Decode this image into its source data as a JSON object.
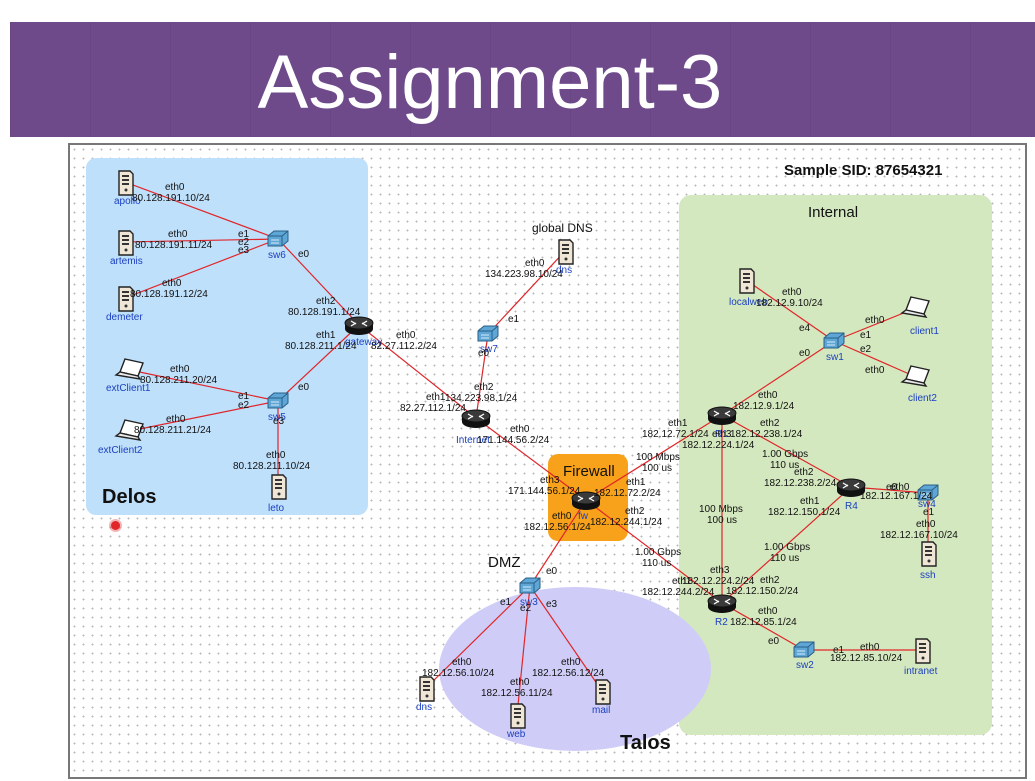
{
  "slide": {
    "title": "Assignment-3"
  },
  "diagram": {
    "sample_sid": "Sample SID: 87654321",
    "zones": {
      "delos": "Delos",
      "internal": "Internal",
      "dmz": "DMZ",
      "firewall": "Firewall",
      "talos": "Talos",
      "global_dns": "global DNS"
    },
    "nodes": {
      "apollo": "apollo",
      "artemis": "artemis",
      "demeter": "demeter",
      "extclient1": "extClient1",
      "extclient2": "extClient2",
      "sw6": "sw6",
      "sw5": "sw5",
      "leto": "leto",
      "gateway": "gateway",
      "internet": "Internet",
      "sw7": "sw7",
      "dns_global": "dns",
      "fw": "fw",
      "sw3": "sw3",
      "dns": "dns",
      "web": "web",
      "mail": "mail",
      "localweb": "localweb",
      "client1": "client1",
      "client2": "client2",
      "sw1": "sw1",
      "r1": "R1",
      "r2": "R2",
      "r4": "R4",
      "sw4": "sw4",
      "ssh": "ssh",
      "sw2": "sw2",
      "intranet": "intranet"
    },
    "labels": {
      "apollo_eth": "eth0",
      "apollo_ip": "80.128.191.10/24",
      "artemis_eth": "eth0",
      "artemis_ip": "80.128.191.11/24",
      "demeter_eth": "eth0",
      "demeter_ip": "80.128.191.12/24",
      "sw6_e1": "e1",
      "sw6_e2": "e2",
      "sw6_e3": "e3",
      "sw6_e0": "e0",
      "gw_eth2": "eth2",
      "gw_eth2_ip": "80.128.191.1/24",
      "gw_eth1": "eth1",
      "gw_eth1_ip": "80.128.211.1/24",
      "gw_eth0": "eth0",
      "gw_eth0_ip": "82.27.112.2/24",
      "ext1_eth": "eth0",
      "ext1_ip": "80.128.211.20/24",
      "ext2_eth": "eth0",
      "ext2_ip": "80.128.211.21/24",
      "sw5_e0": "e0",
      "sw5_e1": "e1",
      "sw5_e2": "e2",
      "sw5_e3": "e3",
      "leto_eth": "eth0",
      "leto_ip": "80.128.211.10/24",
      "gdns_eth": "eth0",
      "gdns_ip": "134.223.98.10/24",
      "sw7_e1": "e1",
      "sw7_e0": "e0",
      "inet_eth1": "eth1",
      "inet_eth1_ip": "82.27.112.1/24",
      "inet_eth2": "eth2",
      "inet_eth2_ip": "134.223.98.1/24",
      "inet_eth0": "eth0",
      "inet_eth0_ip": "171.144.56.2/24",
      "fw_eth3": "eth3",
      "fw_eth3_ip": "171.144.56.1/24",
      "fw_eth1": "eth1",
      "fw_eth1_ip": "182.12.72.2/24",
      "fw_eth0": "eth0",
      "fw_eth0_ip": "182.12.56.1/24",
      "fw_eth2": "eth2",
      "fw_eth2_ip": "182.12.244.1/24",
      "link_fw_r1_bw": "100 Mbps",
      "link_fw_r1_lat": "100 us",
      "link_fw_r2_bw": "1.00 Gbps",
      "link_fw_r2_lat": "110 us",
      "sw3_e0": "e0",
      "sw3_e1": "e1",
      "sw3_e2": "e2",
      "sw3_e3": "e3",
      "dns_eth": "eth0",
      "dns_ip": "182.12.56.10/24",
      "web_eth": "eth0",
      "web_ip": "182.12.56.11/24",
      "mail_eth": "eth0",
      "mail_ip": "182.12.56.12/24",
      "localweb_eth": "eth0",
      "localweb_ip": "182.12.9.10/24",
      "sw1_e4": "e4",
      "sw1_e0": "e0",
      "sw1_e1": "e1",
      "sw1_e2": "e2",
      "client1_eth": "eth0",
      "client2_eth": "eth0",
      "r1_eth0": "eth0",
      "r1_eth0_ip": "182.12.9.1/24",
      "r1_eth1": "eth1",
      "r1_eth1_ip": "182.12.72.1/24",
      "r1_eth3": "eth3",
      "r1_eth3_ip": "182.12.224.1/24",
      "r1_eth2": "eth2",
      "r1_eth2_ip": "182.12.238.1/24",
      "link_r1_r4_bw": "1.00 Gbps",
      "link_r1_r4_lat": "110 us",
      "r4_eth2": "eth2",
      "r4_eth2_ip": "182.12.238.2/24",
      "r4_eth0": "eth0",
      "r4_eth0_ip": "182.12.167.1/24",
      "r4_eth1": "eth1",
      "r4_eth1_ip": "182.12.150.1/24",
      "link_r1_r2_bw": "100 Mbps",
      "link_r1_r2_lat": "100 us",
      "link_r2_r4_bw": "1.00 Gbps",
      "link_r2_r4_lat": "110 us",
      "sw4_e0": "e0",
      "sw4_e1": "e1",
      "ssh_eth": "eth0",
      "ssh_ip": "182.12.167.10/24",
      "r2_eth3": "eth3",
      "r2_eth3_ip": "182.12.224.2/24",
      "r2_eth1": "eth1",
      "r2_eth1_ip": "182.12.244.2/24",
      "r2_eth2": "eth2",
      "r2_eth2_ip": "182.12.150.2/24",
      "r2_eth0": "eth0",
      "r2_eth0_ip": "182.12.85.1/24",
      "sw2_e0": "e0",
      "sw2_e1": "e1",
      "intranet_eth": "eth0",
      "intranet_ip": "182.12.85.10/24"
    },
    "colors": {
      "delos_zone": "#bfe0fb",
      "internal_zone": "#d4e8bf",
      "dmz_zone": "#cfcdf7",
      "firewall_zone": "#f7a21a",
      "link": "#e0262a",
      "node_label": "#1a3fbf",
      "title_bar": "#6e4a8a"
    }
  }
}
